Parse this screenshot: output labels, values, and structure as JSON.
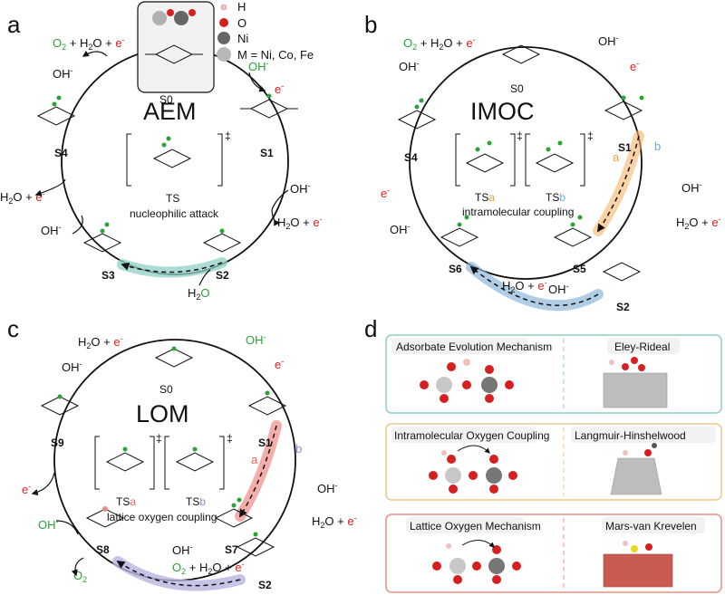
{
  "panels": {
    "a": {
      "letter": "a",
      "title": "AEM",
      "ts_label": "TS",
      "ts_note": "nucleophilic attack",
      "states": [
        "S0",
        "S1",
        "S2",
        "S3",
        "S4"
      ],
      "r_top_products": [
        "O",
        "2",
        " + H",
        "2",
        "O + e",
        "-"
      ],
      "oh": "OH",
      "minus": "-",
      "e": "e",
      "h2o_plus_e": "H2O + e",
      "h2o": "H",
      "h2o_sub": "2",
      "h2o_O": "O"
    },
    "b": {
      "letter": "b",
      "title": "IMOC",
      "ts_a": "TS",
      "ts_a_sub": "a",
      "ts_b": "TS",
      "ts_b_sub": "b",
      "ts_note": "intramolecular coupling",
      "path_a": "a",
      "path_b": "b",
      "states": [
        "S0",
        "S1",
        "S2",
        "S4",
        "S5",
        "S6"
      ]
    },
    "c": {
      "letter": "c",
      "title": "LOM",
      "ts_a": "TS",
      "ts_a_sub": "a",
      "ts_b": "TS",
      "ts_b_sub": "b",
      "ts_note": "lattice oxygen coupling",
      "path_a": "a",
      "path_b": "b",
      "states": [
        "S0",
        "S1",
        "S2",
        "S7",
        "S8",
        "S9"
      ],
      "o2_release": "O",
      "o2_sub": "2"
    },
    "d": {
      "letter": "d",
      "rows": [
        {
          "left": "Adsorbate Evolution Mechanism",
          "right": "Eley-Rideal",
          "color": "#8fd0c6"
        },
        {
          "left": "Intramolecular Oxygen Coupling",
          "right": "Langmuir-Hinshelwood",
          "color": "#f2c58c"
        },
        {
          "left": "Lattice Oxygen Mechanism",
          "right": "Mars-van Krevelen",
          "color": "#ec8f80"
        }
      ]
    }
  },
  "legend": {
    "h": "H",
    "o": "O",
    "ni": "Ni",
    "m": "M = Ni, Co, Fe"
  },
  "atoms": {
    "m": "M",
    "ni": "Ni",
    "o": "O",
    "oh": "OH",
    "h": "H",
    "dagger": "‡"
  },
  "colors": {
    "green": "#2aa336",
    "red": "#e0201b",
    "teal": "#8fd0c6",
    "orange": "#f7b46a",
    "blue": "#8fb8da",
    "pink": "#f08c84",
    "lavender": "#b8b5e0"
  }
}
